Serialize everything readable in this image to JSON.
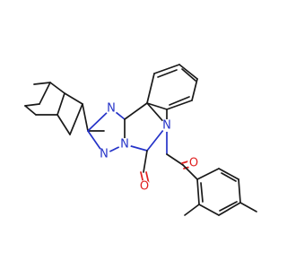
{
  "atoms": {
    "n1": {
      "symbol": "N",
      "color": "#2533c8"
    },
    "n2": {
      "symbol": "N",
      "color": "#2533c8"
    },
    "n3": {
      "symbol": "N",
      "color": "#2533c8"
    },
    "n4": {
      "symbol": "N",
      "color": "#2533c8"
    },
    "o1": {
      "symbol": "O",
      "color": "#e02020"
    },
    "o2": {
      "symbol": "O",
      "color": "#e02020"
    }
  },
  "colors": {
    "bond": "#1a1a1a",
    "nitrogen": "#2533c8",
    "oxygen": "#e02020",
    "background": "#ffffff"
  }
}
